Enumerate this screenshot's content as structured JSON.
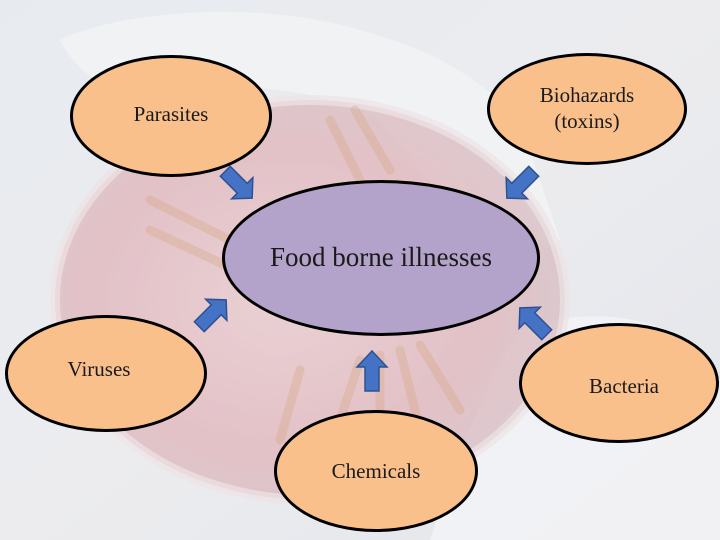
{
  "colors": {
    "node_fill": "#f9c08c",
    "center_fill": "#b3a2ca",
    "outline": "#000000",
    "arrow_fill": "#4472c4",
    "arrow_stroke": "#2f528f"
  },
  "center": {
    "label": "Food borne illnesses"
  },
  "nodes": {
    "parasites": {
      "label": "Parasites"
    },
    "biohazards": {
      "line1": "Biohazards",
      "line2": "(toxins)"
    },
    "viruses": {
      "label": "Viruses"
    },
    "bacteria": {
      "label": "Bacteria"
    },
    "chemicals": {
      "label": "Chemicals"
    }
  },
  "arrows": [
    {
      "from": "parasites",
      "to": "center",
      "icon": "arrow-down-right-icon"
    },
    {
      "from": "biohazards",
      "to": "center",
      "icon": "arrow-down-left-icon"
    },
    {
      "from": "viruses",
      "to": "center",
      "icon": "arrow-up-right-icon"
    },
    {
      "from": "chemicals",
      "to": "center",
      "icon": "arrow-up-icon"
    },
    {
      "from": "bacteria",
      "to": "center",
      "icon": "arrow-up-left-icon"
    }
  ]
}
